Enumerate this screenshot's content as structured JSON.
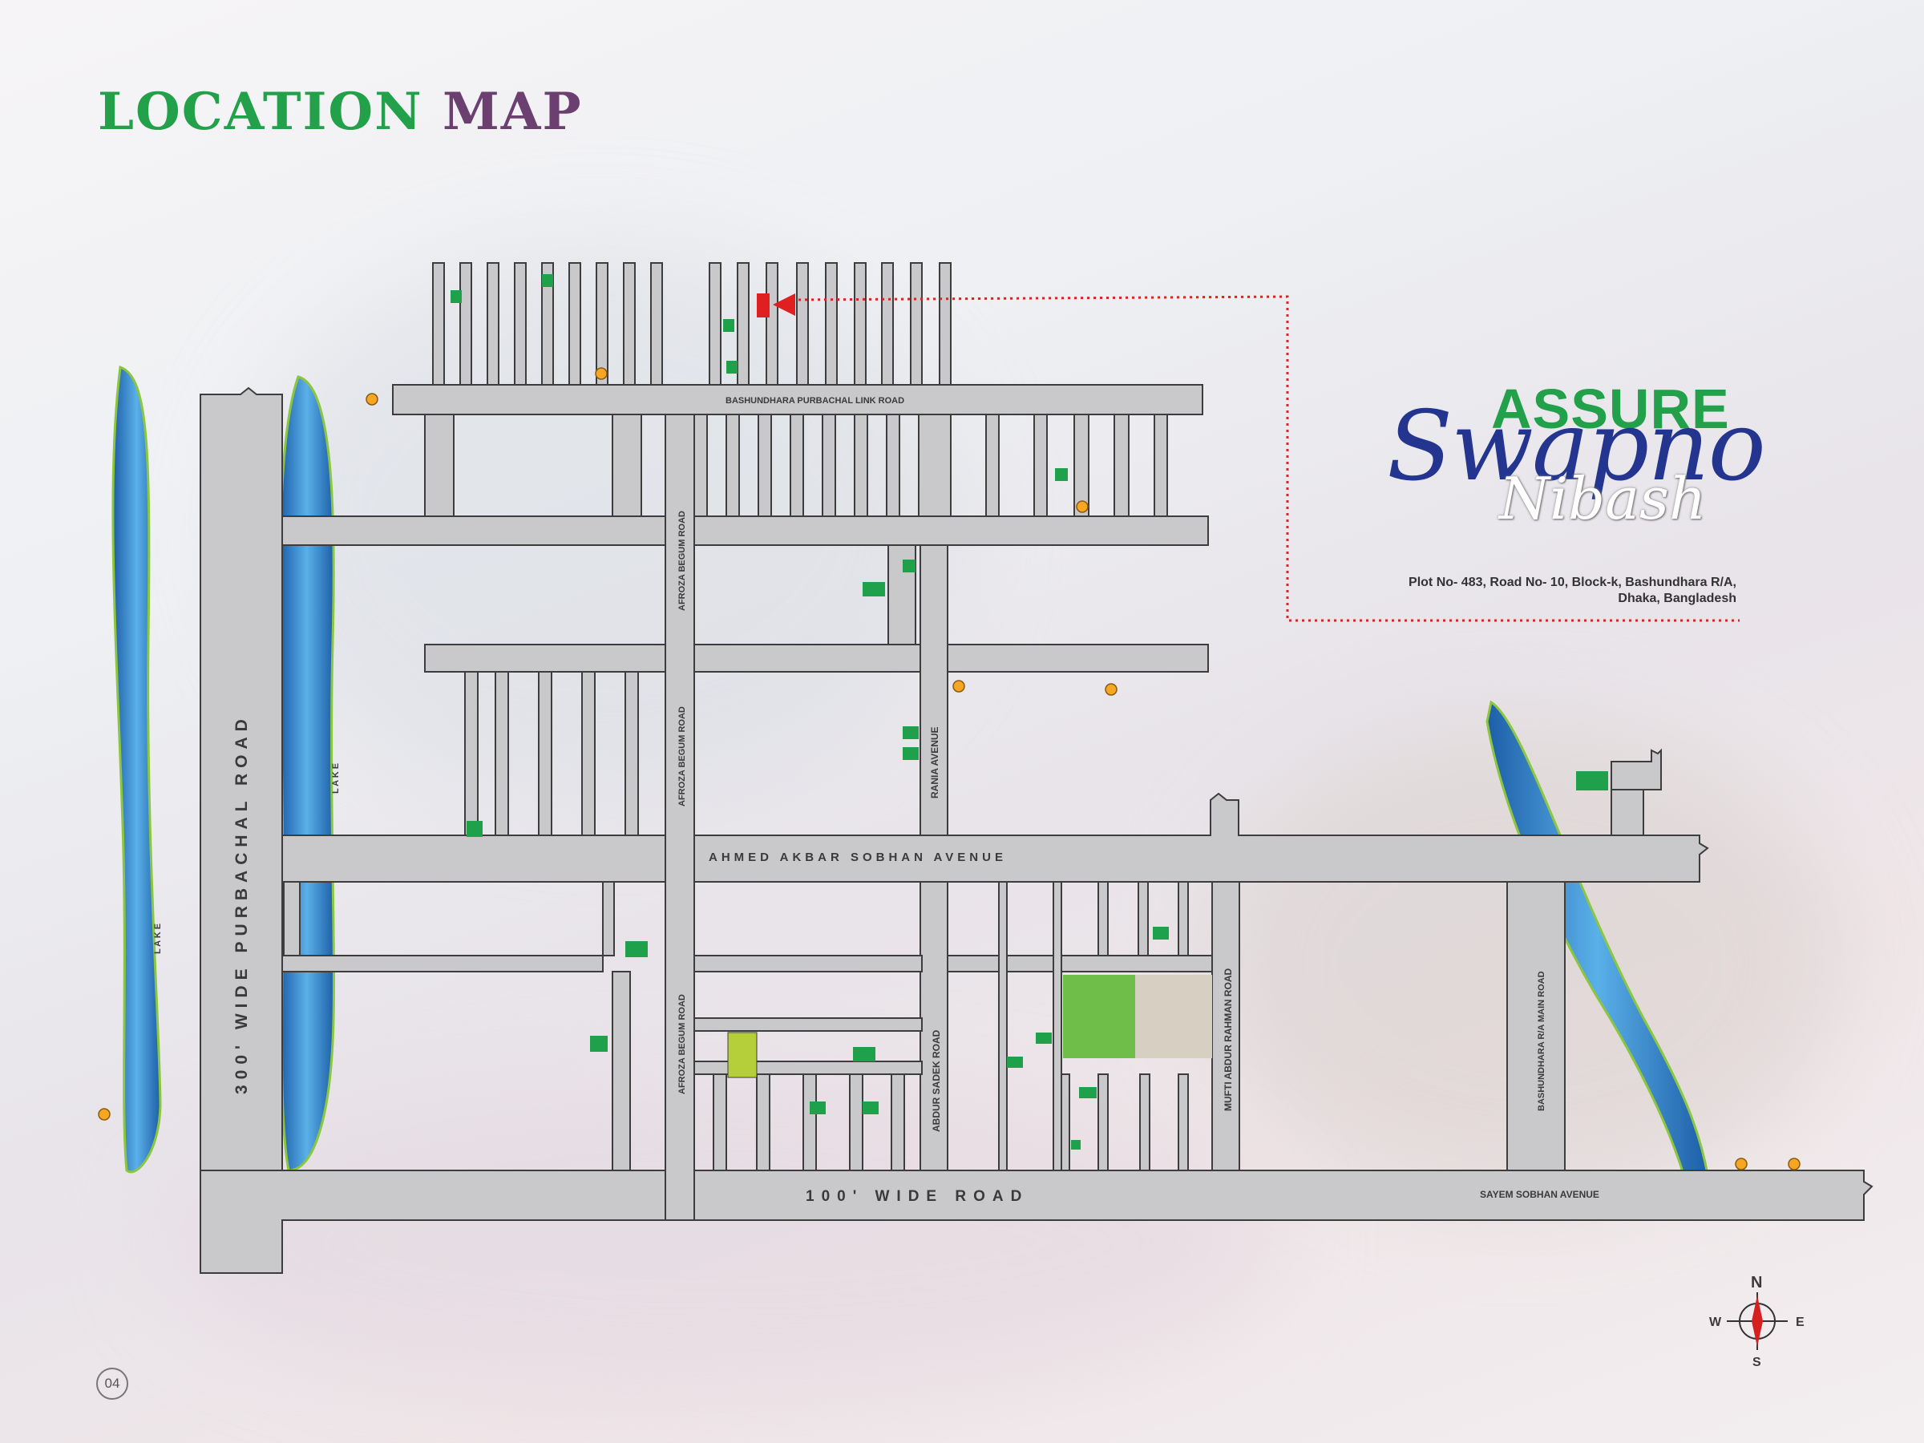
{
  "title": {
    "part1": "LOCATION",
    "part2": "MAP"
  },
  "brand": {
    "line1": "ASSURE",
    "line2": "Swapno",
    "line3": "Nibash"
  },
  "address": {
    "line1": "Plot No- 483, Road No- 10, Block-k, Bashundhara R/A,",
    "line2": "Dhaka, Bangladesh"
  },
  "page_number": "04",
  "compass": {
    "n": "N",
    "s": "S",
    "e": "E",
    "w": "W"
  },
  "colors": {
    "road": "#c9c9cb",
    "road_edge": "#3d3d3d",
    "lake": "#2f7cc4",
    "project": "#1fa04a",
    "target": "#e02020",
    "poi": "#f5a623",
    "mosque": "#6fbe4a",
    "vns": "#b5cf3a"
  },
  "roads": {
    "purbachal_300": "300' WIDE PURBACHAL ROAD",
    "wide_100": "100' WIDE ROAD",
    "ahmed_akbar": "AHMED AKBAR SOBHAN AVENUE",
    "purbachal_link": "BASHUNDHARA PURBACHAL LINK ROAD",
    "sayem": "SAYEM SOBHAN AVENUE",
    "afroza": "AFROZA BEGUM ROAD",
    "rania": "RANIA AVENUE",
    "abdur_sadek": "ABDUR SADEK ROAD",
    "mufti": "MUFTI ABDUR RAHMAN ROAD",
    "bashundhara_main": "BASHUNDHARA R/A MAIN ROAD",
    "lake": "L A K E"
  },
  "markers": [
    "Target Plot"
  ]
}
